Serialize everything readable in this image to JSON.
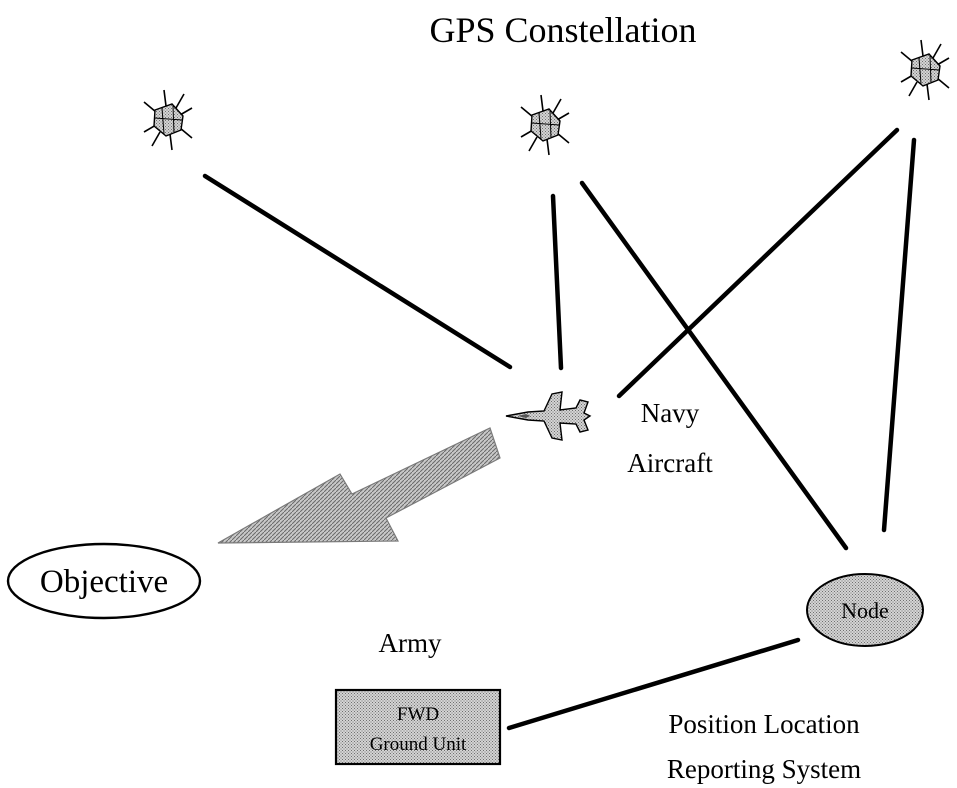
{
  "title": "GPS Constellation",
  "aircraft": {
    "label_line1": "Navy",
    "label_line2": "Aircraft"
  },
  "objective": {
    "label": "Objective"
  },
  "node": {
    "label": "Node"
  },
  "army": {
    "label": "Army"
  },
  "ground_unit": {
    "label_line1": "FWD",
    "label_line2": "Ground Unit"
  },
  "plrs": {
    "label_line1": "Position Location",
    "label_line2": "Reporting System"
  },
  "colors": {
    "ink": "#000000",
    "hatch": "#9a9a9a",
    "background": "#ffffff"
  },
  "icons": {
    "satellite": "satellite-icon",
    "aircraft": "fighter-jet-icon",
    "arrow": "direction-arrow"
  }
}
